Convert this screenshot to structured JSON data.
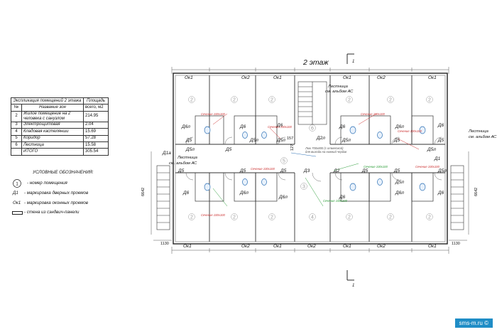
{
  "title": "2 этаж",
  "explication": {
    "header_title": "Экспликация помещений 2 этажа",
    "header_area": "Площадь",
    "col_no": "№",
    "col_name": "Название зон",
    "col_area": "всего, м2",
    "rows": [
      {
        "no": "2",
        "name": "Жилое помещение на 2 человека с санузлом",
        "area": "214.95"
      },
      {
        "no": "3",
        "name": "Электрощитовая",
        "area": "2.04"
      },
      {
        "no": "4",
        "name": "Кладовая кастелянши",
        "area": "15.69"
      },
      {
        "no": "5",
        "name": "Коридор",
        "area": "57.28"
      },
      {
        "no": "6",
        "name": "Лестница",
        "area": "15.58"
      },
      {
        "no": "",
        "name": "ИТОГО",
        "area": "305.54"
      }
    ]
  },
  "legend": {
    "title": "УСЛОВНЫЕ ОБОЗНАЧЕНИЯ:",
    "room_number": "- номер помещения",
    "door_mark_code": "Д1",
    "door_mark": "- маркировка дверных проемов",
    "window_mark_code": "Ок1",
    "window_mark": "- маркировка оконных проемов",
    "wall": "- стена из сэндвич-панели",
    "room_symbol": "1"
  },
  "plan": {
    "section_mark": "1",
    "stair_note": "Лестница",
    "stair_ref": "см. альбом АС",
    "hatch_note1": "Люк 700х800 (с отметкой)",
    "hatch_note2": "для выхода на нижний чердак",
    "dim_left": "6642",
    "dim_right": "6642",
    "dim_bottom_left": "1130",
    "dim_bottom_right": "1130",
    "dim_inner1": "157",
    "dim_inner2": "127",
    "windows_top": [
      "Ок1",
      "Ок2",
      "Ок1",
      "Ок1",
      "Ок2",
      "Ок1"
    ],
    "windows_bottom": [
      "Ок1",
      "Ок2",
      "Ок1",
      "Ок2",
      "Ок1",
      "Ок2",
      "Ок1"
    ],
    "doors": {
      "d1": "Д1",
      "d1a": "Д1а",
      "d2": "Д2",
      "d2l": "Д2л",
      "d3": "Д3",
      "d5": "Д5",
      "d5l": "Д5л",
      "d6": "Д6",
      "d6l": "Д6л"
    },
    "room_numbers": {
      "r2": "2",
      "r3": "3",
      "r4": "4",
      "r5": "5",
      "r6": "6"
    },
    "small_note": "Сечение 100х100"
  },
  "footer": "sms-m.ru ©"
}
